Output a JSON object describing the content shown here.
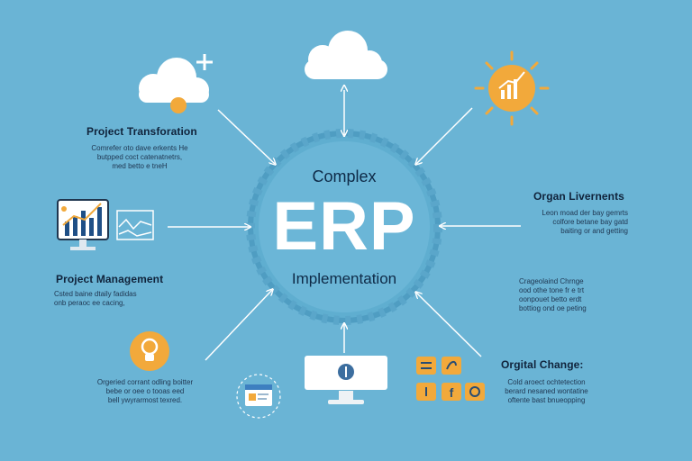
{
  "center": {
    "top": "Complex",
    "main": "ERP",
    "bottom": "Implementation"
  },
  "nodes": {
    "project_transformation": {
      "title": "Project Transforation",
      "desc": [
        "Comrefer oto dave erkents He",
        "butpped coct catenatnetrs,",
        "med betto e tneH"
      ]
    },
    "project_management": {
      "title": "Project Management",
      "desc": [
        "Csted baine dtaily fadidas",
        "onb peraoc ee cacing,"
      ]
    },
    "organ_livernents": {
      "title": "Organ Livernents",
      "desc": [
        "Leon moad der bay gemrts",
        "colfore betane bay gatd",
        "baiting or and getting"
      ]
    },
    "orgital_change": {
      "title": "Orgital Change:",
      "desc": [
        "Cold aroect ochtetection",
        "berard nesaned wontatine",
        "oftente bast bnueopping"
      ]
    },
    "change_text": {
      "desc": [
        "Crageolaind Chrnge",
        "ood othe tone fr e trt",
        "oonpouet betto erdt",
        "bottiog ond oe peting"
      ]
    },
    "bottom_left_text": {
      "desc": [
        "Orgeried corrant odling boitter",
        "bebe or oee o tooas eed",
        "bell ywyrarmost texred."
      ]
    }
  },
  "icons": [
    "cloud-plus-icon",
    "cloud-icon",
    "sun-chart-icon",
    "monitor-chart-icon",
    "waveform-icon",
    "lightbulb-icon",
    "document-icon",
    "desktop-icon",
    "social-grid-icon"
  ],
  "colors": {
    "background": "#6ab4d5",
    "accent_orange": "#f2a93b",
    "cloud": "#ffffff",
    "text_dark": "#10233b"
  }
}
